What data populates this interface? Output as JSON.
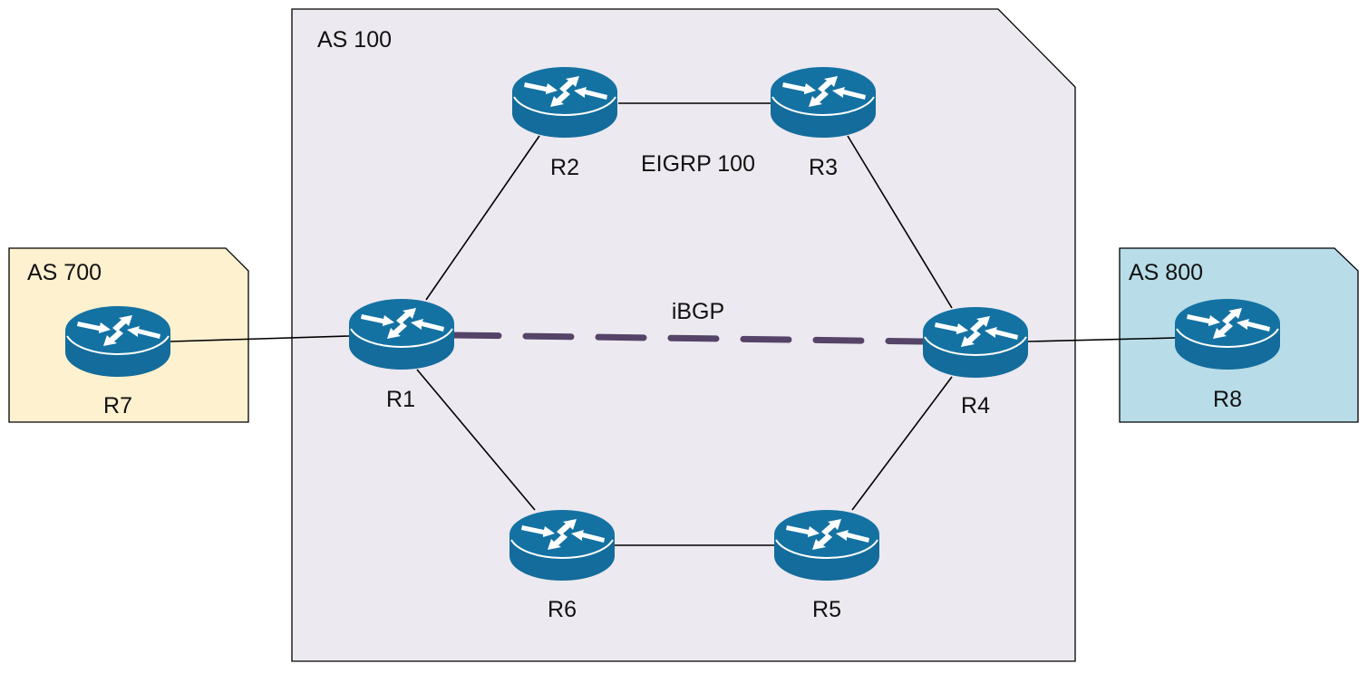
{
  "title": "BGP / EIGRP network topology",
  "colors": {
    "as100_fill": "#ece9f0",
    "as700_fill": "#fef1cf",
    "as800_fill": "#b8dde8",
    "router_body": "#136c9b",
    "router_top": "#1472a3",
    "router_ring": "#ffffff",
    "ibgp_line": "#554468",
    "link_line": "#000000"
  },
  "areas": [
    {
      "id": "as100",
      "label": "AS 100"
    },
    {
      "id": "as700",
      "label": "AS 700"
    },
    {
      "id": "as800",
      "label": "AS 800"
    }
  ],
  "routers": [
    {
      "id": "R1",
      "label": "R1",
      "area": "as100"
    },
    {
      "id": "R2",
      "label": "R2",
      "area": "as100"
    },
    {
      "id": "R3",
      "label": "R3",
      "area": "as100"
    },
    {
      "id": "R4",
      "label": "R4",
      "area": "as100"
    },
    {
      "id": "R5",
      "label": "R5",
      "area": "as100"
    },
    {
      "id": "R6",
      "label": "R6",
      "area": "as100"
    },
    {
      "id": "R7",
      "label": "R7",
      "area": "as700"
    },
    {
      "id": "R8",
      "label": "R8",
      "area": "as800"
    }
  ],
  "links": [
    {
      "from": "R1",
      "to": "R2",
      "style": "solid"
    },
    {
      "from": "R2",
      "to": "R3",
      "style": "solid"
    },
    {
      "from": "R3",
      "to": "R4",
      "style": "solid"
    },
    {
      "from": "R4",
      "to": "R5",
      "style": "solid"
    },
    {
      "from": "R5",
      "to": "R6",
      "style": "solid"
    },
    {
      "from": "R6",
      "to": "R1",
      "style": "solid"
    },
    {
      "from": "R7",
      "to": "R1",
      "style": "solid"
    },
    {
      "from": "R4",
      "to": "R8",
      "style": "solid"
    },
    {
      "from": "R1",
      "to": "R4",
      "style": "dashed",
      "label": "iBGP"
    }
  ],
  "annotations": {
    "igp_label": "EIGRP 100",
    "ibgp_label": "iBGP"
  }
}
